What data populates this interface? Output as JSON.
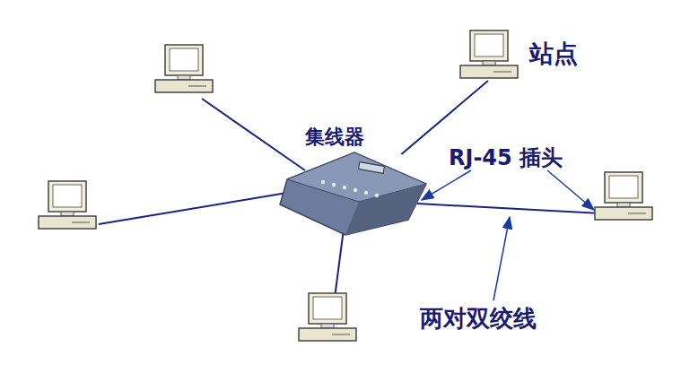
{
  "diagram": {
    "nodes": [
      {
        "text": [
          "集线器"
        ]
      },
      {
        "text": [
          "站点"
        ]
      }
    ],
    "edges": [
      {
        "from": 0,
        "to": 1,
        "arrow": "none"
      }
    ],
    "labels": [
      "RJ-45 插头",
      "两对双绞线"
    ]
  }
}
